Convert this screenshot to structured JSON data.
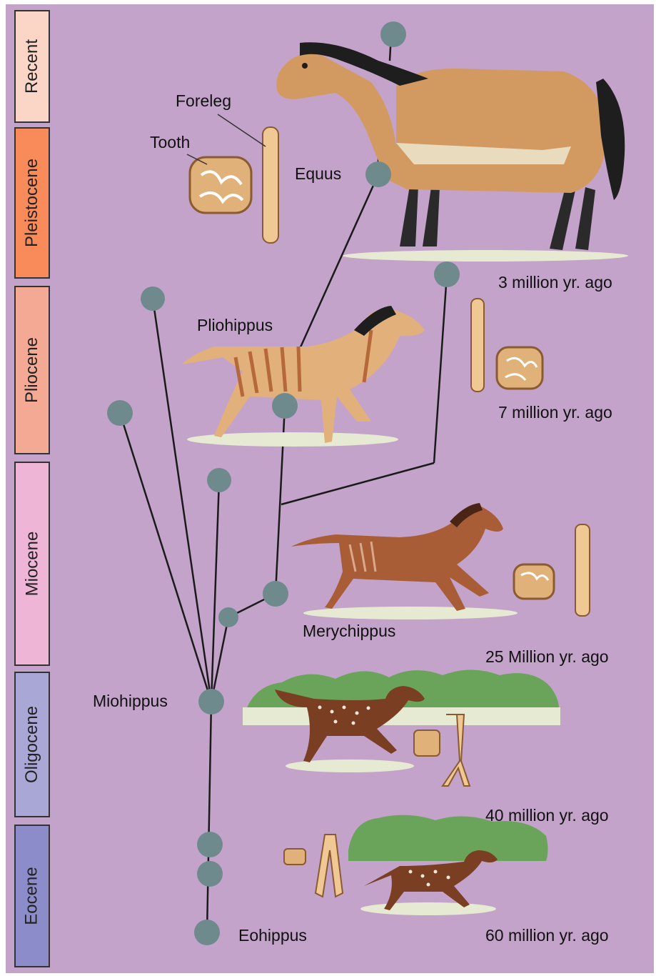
{
  "colors": {
    "background": "#c3a3c9",
    "recent": "#fbd6c6",
    "pleistocene": "#f98a5a",
    "pliocene": "#f3a994",
    "miocene": "#eeb5d6",
    "oligocene": "#a9a7d6",
    "eocene": "#8c8ccb",
    "node": "#6f8a8d",
    "horse_tan": "#d29a60",
    "horse_brown": "#a85d36"
  },
  "eras": [
    "Recent",
    "Pleistocene",
    "Pliocene",
    "Miocene",
    "Oligocene",
    "Eocene"
  ],
  "species": {
    "equus": "Equus",
    "pliohippus": "Pliohippus",
    "merychippus": "Merychippus",
    "miohippus": "Miohippus",
    "eohippus": "Eohippus"
  },
  "anatomy": {
    "foreleg": "Foreleg",
    "tooth": "Tooth"
  },
  "ages": {
    "a3": "3 million yr. ago",
    "a7": "7 million yr. ago",
    "a25": "25 Million yr. ago",
    "a40": "40 million yr. ago",
    "a60": "60 million yr. ago"
  }
}
